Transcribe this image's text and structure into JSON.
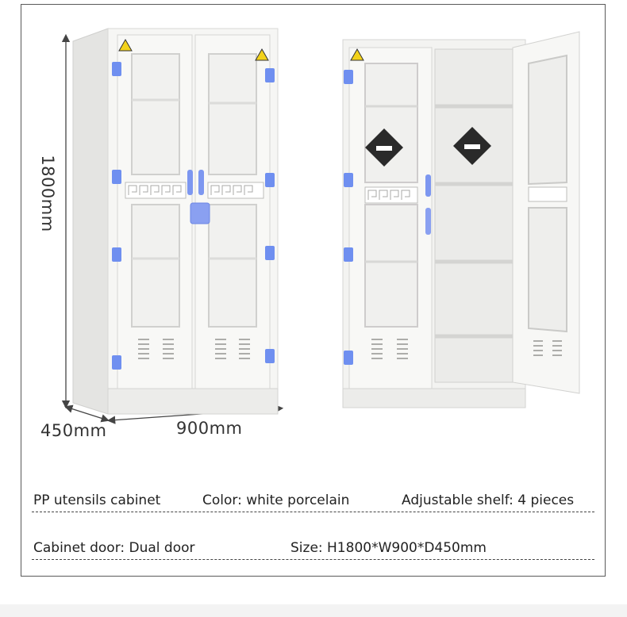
{
  "dimensions": {
    "height": "1800mm",
    "depth": "450mm",
    "width": "900mm"
  },
  "specs": {
    "row1": {
      "name": "PP utensils cabinet",
      "color": "Color: white porcelain",
      "shelf": "Adjustable shelf: 4 pieces"
    },
    "row2": {
      "door": "Cabinet door: Dual door",
      "size": "Size: H1800*W900*D450mm"
    }
  },
  "colors": {
    "cabinet": "#f4f4f2",
    "accent_blue": "#6f8ff0",
    "warning_yellow": "#f3d21a"
  }
}
